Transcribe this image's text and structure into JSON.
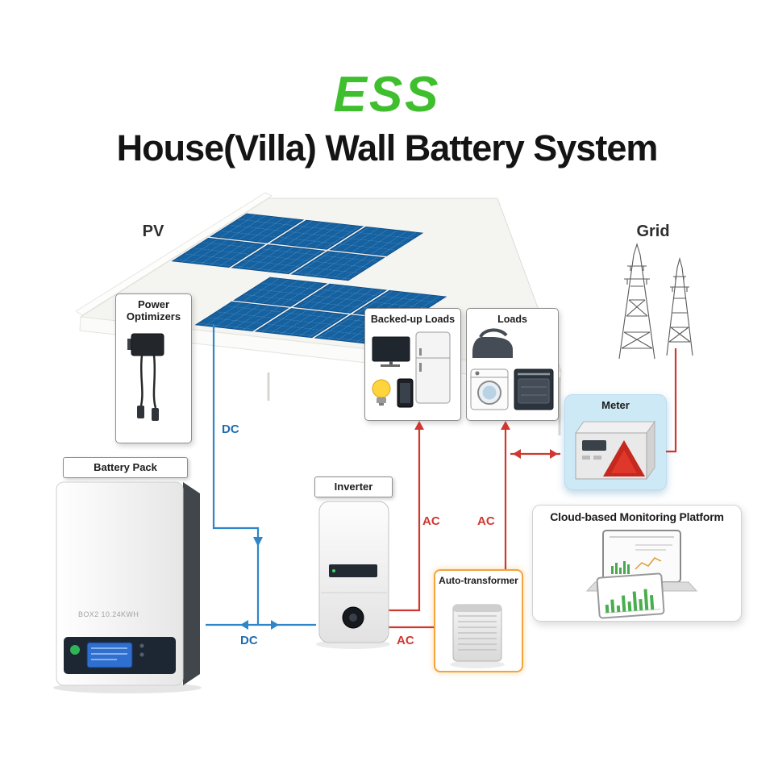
{
  "title": {
    "accent": "ESS",
    "main": "House(Villa) Wall Battery System"
  },
  "nodes": {
    "pv": {
      "label": "PV"
    },
    "grid": {
      "label": "Grid"
    },
    "power_optimizers": {
      "label": "Power Optimizers"
    },
    "backed_up_loads": {
      "label": "Backed-up Loads"
    },
    "loads": {
      "label": "Loads"
    },
    "meter": {
      "label": "Meter"
    },
    "cloud_platform": {
      "label": "Cloud-based Monitoring Platform"
    },
    "battery_pack": {
      "label": "Battery Pack",
      "model": "BOX2 10.24KWH"
    },
    "inverter": {
      "label": "Inverter"
    },
    "auto_transformer": {
      "label": "Auto-transformer"
    }
  },
  "wires": {
    "pv_dc_label": "DC",
    "battery_dc_label": "DC",
    "backed_up_ac_label": "AC",
    "loads_ac_label": "AC",
    "transformer_ac_label": "AC"
  },
  "colors": {
    "accent_green": "#3fbf2e",
    "dc_blue": "#2e86c8",
    "ac_red": "#cf3730",
    "meter_box_bg": "#cde9f6",
    "transformer_border": "#f2a43d",
    "solar_panel_blue": "#16619f"
  }
}
